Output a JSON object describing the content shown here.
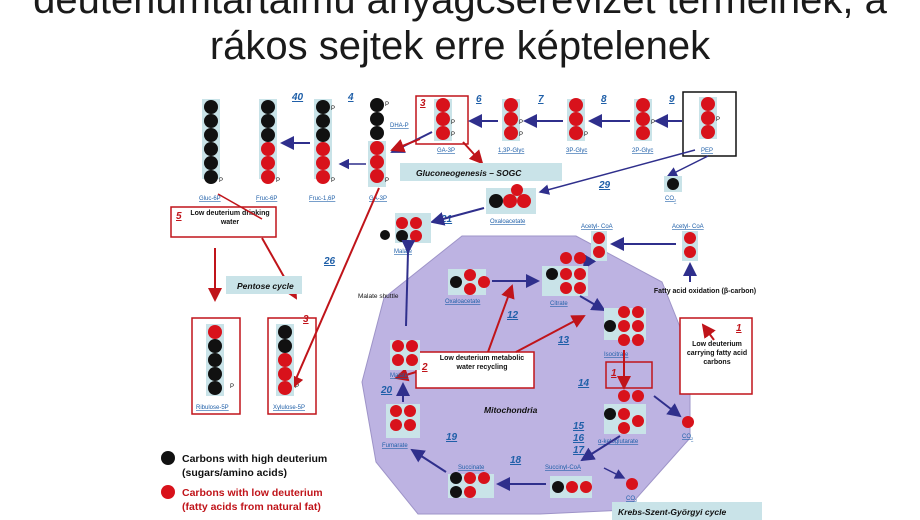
{
  "title": {
    "line1": "deutériumtartalmú anyagcserevizet termelnek, a",
    "line2": "rákos sejtek erre képtelenek"
  },
  "labels": {
    "glucose6p": "Gluc-6P",
    "fruc6p": "Fruc-6P",
    "fruc16p": "Fruc-1,6P",
    "dhap": "DHA-P",
    "ga3p_top": "GA-3P",
    "bpg": "1,3P-Glyc",
    "pg3": "3P-Glyc",
    "pg2": "2P-Glyc",
    "pep": "PEP",
    "ga3p_low": "GA-3P",
    "gluconeogenesis": "Gluconeogenesis – SOGC",
    "co2_top": "CO",
    "oxaloacetate_top": "Oxaloacetate",
    "acetylcoa1": "Acetyl- CoA",
    "acetylcoa2": "Acetyl- CoA",
    "malate_top": "Malate",
    "low_dw": "Low deuterium drinking water",
    "pentose": "Pentose cycle",
    "malate_shuttle": "Malate shuttle",
    "oxaloacetate_in": "Oxaloacetate",
    "citrate": "Citrate",
    "fatty_acid_ox": "Fatty acid oxidation (β-carbon)",
    "isocitrate": "Isocitrate",
    "low_water": "Low deuterium metabolic water recycling",
    "low_fatty": "Low deuterium carrying fatty acid carbons",
    "malate_in": "Malate",
    "mitochondria": "Mitochondria",
    "fumarate": "Fumarate",
    "akg": "α-ketoglutarate",
    "co2_mid": "CO",
    "succinate": "Succinate",
    "succinylcoa": "Succinyl-CoA",
    "co2_low": "CO",
    "ribulose": "Ribulose-5P",
    "xylulose": "Xylulose-5P",
    "krebs": "Krebs-Szent-Györgyi cycle",
    "p": "P",
    "sub2": "2"
  },
  "numbers": {
    "n40": "40",
    "n4": "4",
    "n3a": "3",
    "n6": "6",
    "n7": "7",
    "n8": "8",
    "n9": "9",
    "n29": "29",
    "n21": "21",
    "n5": "5",
    "n26": "26",
    "n3b": "3",
    "n12": "12",
    "n13": "13",
    "n1a": "1",
    "n2": "2",
    "n14": "14",
    "n1b": "1",
    "n20": "20",
    "n15": "15",
    "n16": "16",
    "n17": "17",
    "n19": "19",
    "n18": "18"
  },
  "legend": {
    "black_line1": "Carbons with high deuterium",
    "black_line2": "(sugars/amino acids)",
    "red_line1": "Carbons with low deuterium",
    "red_line2": "(fatty acids from natural fat)"
  },
  "colors": {
    "high_deuterium": "#111111",
    "low_deuterium": "#d8121b",
    "mitochondria": "#bdb3e2",
    "box_fill": "#c9e3e8",
    "label_blue": "#1f5fa8",
    "frame_red": "#c0141a",
    "arrow_navy": "#2f2f8c"
  }
}
